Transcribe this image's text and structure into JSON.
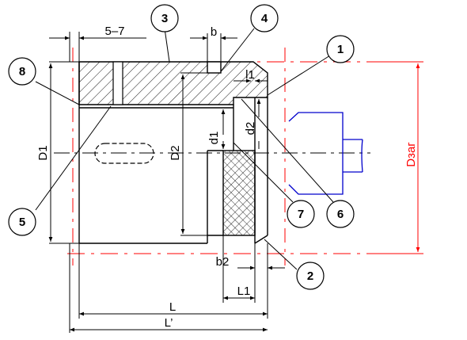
{
  "drawing": {
    "callouts": [
      "1",
      "2",
      "3",
      "4",
      "5",
      "6",
      "7",
      "8"
    ],
    "dims": {
      "dim_5_7": "5–7",
      "dim_b": "b",
      "dim_l1_top": "l1",
      "dim_D1": "D1",
      "dim_D2": "D2",
      "dim_d1": "d1",
      "dim_d2": "d2",
      "dim_Dzag": "Dзаг",
      "dim_b2": "b2",
      "dim_L1": "L1",
      "dim_L": "L",
      "dim_Lprime": "L’"
    },
    "colors": {
      "line": "#000000",
      "centerline": "#ff0000",
      "workpiece": "#0000cc",
      "blank_dim": "#ff0000"
    }
  }
}
